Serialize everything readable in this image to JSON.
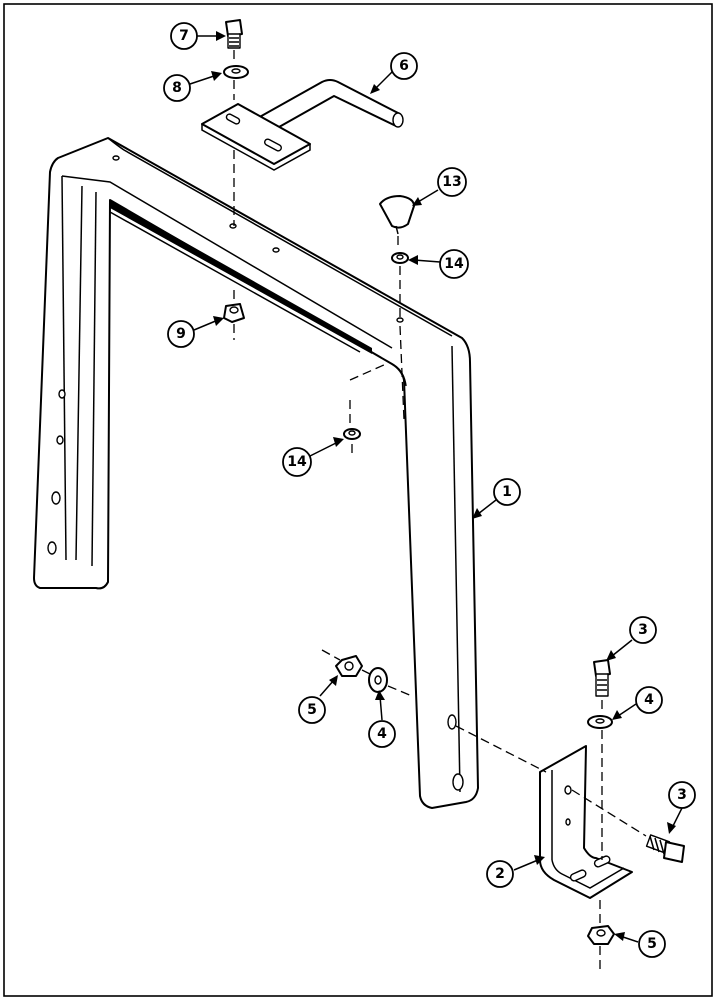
{
  "callouts": {
    "c1": "1",
    "c2": "2",
    "c3_top": "3",
    "c3_right": "3",
    "c4_right": "4",
    "c4_left": "4",
    "c5_left": "5",
    "c5_bottom": "5",
    "c6": "6",
    "c7": "7",
    "c8": "8",
    "c9": "9",
    "c13": "13",
    "c14_top": "14",
    "c14_mid": "14"
  }
}
